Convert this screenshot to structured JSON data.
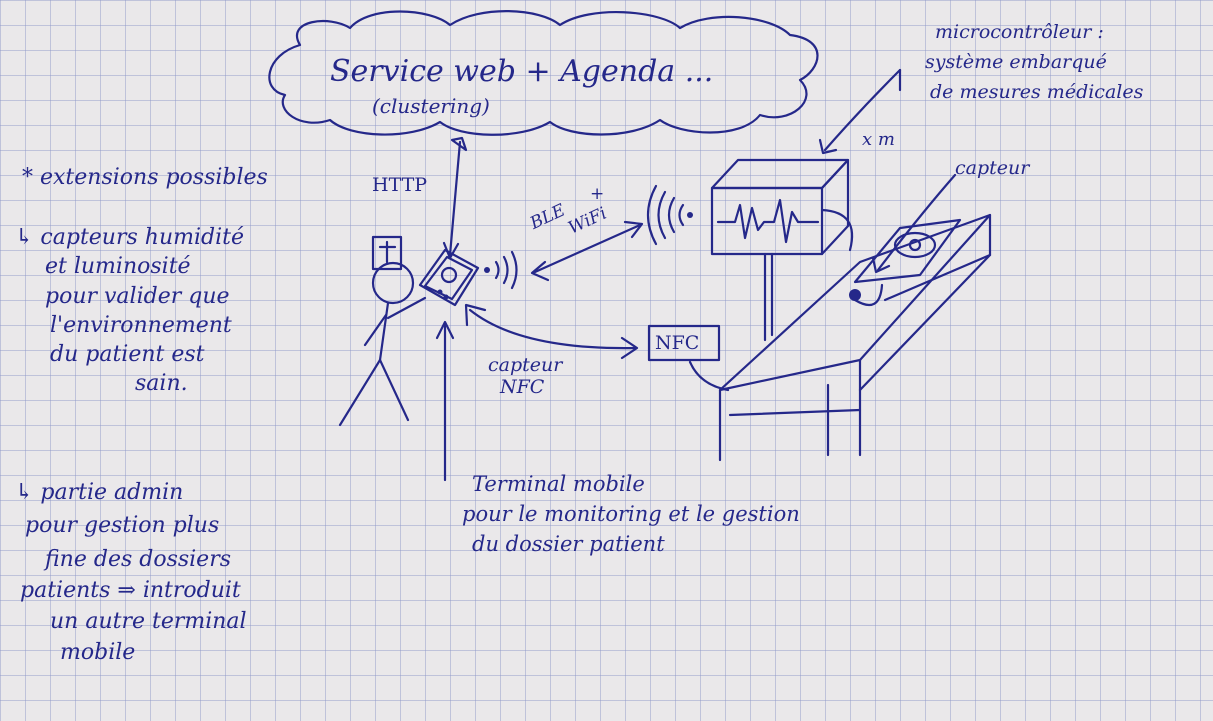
{
  "cloud": {
    "title": "Service web + Agenda ...",
    "subtitle": "(clustering)"
  },
  "protocols": {
    "http": "HTTP",
    "ble": "BLE",
    "plus": "+",
    "wifi": "WiFi",
    "nfc_box": "NFC"
  },
  "labels": {
    "nfc_sensor": [
      "capteur",
      "NFC"
    ],
    "mobile_terminal": [
      "Terminal mobile",
      "pour le monitoring et le gestion",
      "du dossier patient"
    ],
    "microcontroller": [
      "microcontrôleur :",
      "système embarqué",
      "de mesures médicales"
    ],
    "xm": "x m",
    "capteur": "capteur"
  },
  "extensions": {
    "title": "* extensions possibles",
    "item1": [
      "↳ capteurs humidité",
      "et luminosité",
      "pour valider que",
      "l'environnement",
      "du patient est",
      "sain."
    ],
    "item2": [
      "↳ partie admin",
      "pour gestion plus",
      "fine des dossiers",
      "patients ⇒ introduit",
      "un autre terminal",
      "mobile"
    ]
  },
  "colors": {
    "ink": "#25288a",
    "paper": "#eae8ea",
    "grid": "#8c96c8"
  }
}
